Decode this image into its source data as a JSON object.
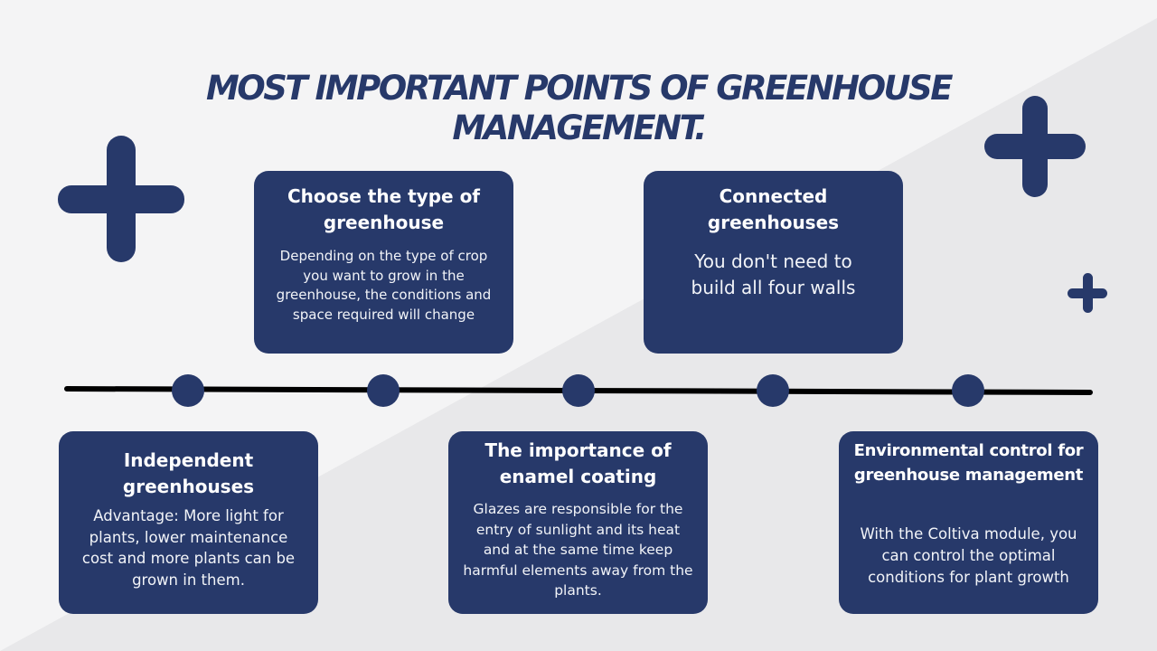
{
  "title": "MOST IMPORTANT POINTS OF GREENHOUSE MANAGEMENT.",
  "colors": {
    "navy": "#27396a",
    "background": "#f4f4f5",
    "diagonal_shade": "#e6e6e8",
    "timeline": "#000000"
  },
  "cards": {
    "choose_type": {
      "title": "Choose the type of greenhouse",
      "body": "Depending on the type of crop you want to grow in the greenhouse, the conditions and space required will change"
    },
    "connected": {
      "title": "Connected greenhouses",
      "body": "You don't need to build all four walls"
    },
    "independent": {
      "title": "Independent greenhouses",
      "body": "Advantage: More light for plants, lower maintenance cost and more plants can be grown in them."
    },
    "enamel": {
      "title": "The importance of enamel coating",
      "body": "Glazes are responsible for the entry of sunlight and its heat and at the same time keep harmful elements away from the plants."
    },
    "environmental": {
      "title": "Environmental control for greenhouse management",
      "body": "With the Coltiva module, you can control the optimal conditions for plant growth"
    }
  }
}
